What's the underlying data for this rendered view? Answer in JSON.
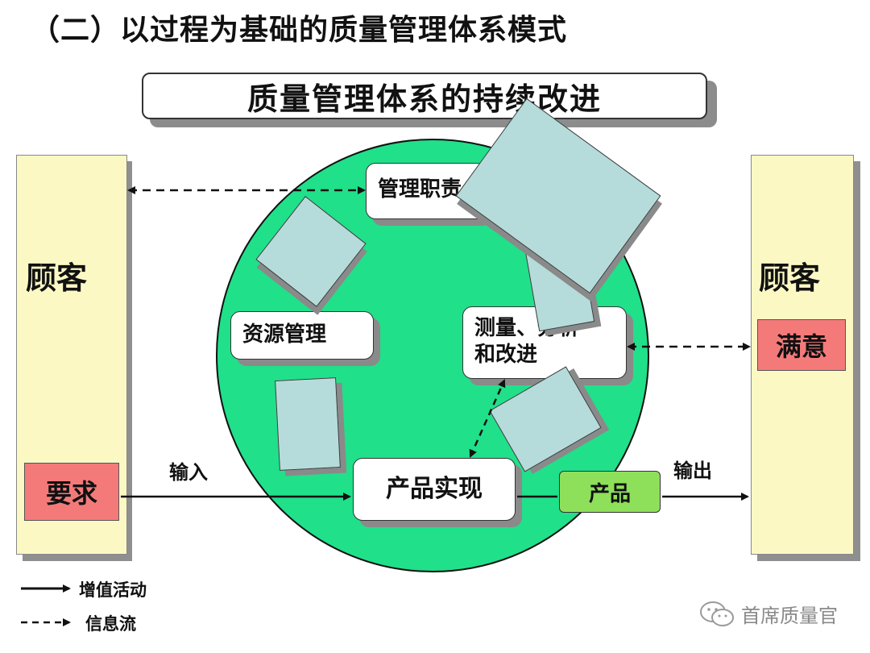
{
  "page_title": "（二）以过程为基础的质量管理体系模式",
  "banner_title": "质量管理体系的持续改进",
  "left_column": {
    "label": "顾客",
    "box": "要求"
  },
  "right_column": {
    "label": "顾客",
    "box": "满意"
  },
  "process_boxes": {
    "management": "管理职责",
    "resources": "资源管理",
    "measurement": "测量、分析和改进",
    "product_realization": "产品实现"
  },
  "product_box": "产品",
  "flow_labels": {
    "input": "输入",
    "output": "输出"
  },
  "legend": {
    "solid": "增值活动",
    "dashed": "信息流"
  },
  "watermark": "首席质量官",
  "colors": {
    "circle": "#20e08a",
    "column": "#fbf8c4",
    "red_box": "#f47a7a",
    "cyan_shape": "#b5dcdb",
    "product_box": "#8ee05a"
  }
}
